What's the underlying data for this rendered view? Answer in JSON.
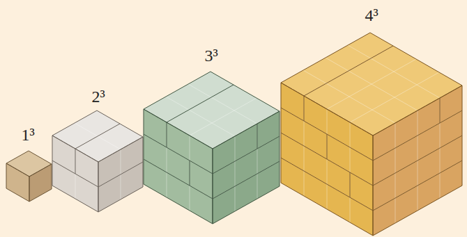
{
  "diagram": {
    "labels": [
      "1³",
      "2³",
      "3³",
      "4³"
    ]
  }
}
